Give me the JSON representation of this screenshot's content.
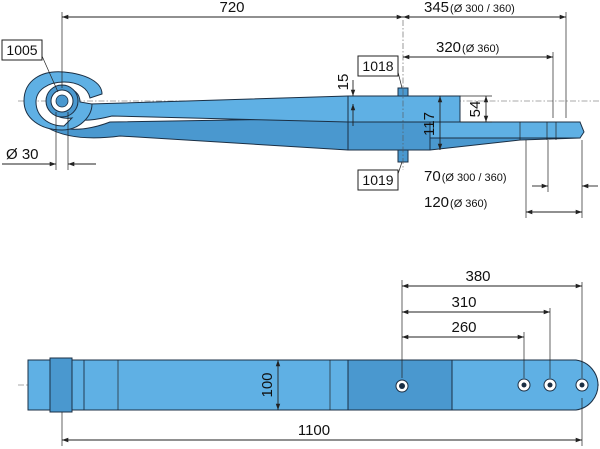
{
  "side_view": {
    "dim_length_eye_to_center": "720",
    "dim_345": "345",
    "dim_345_note": "(Ø 300 / 360)",
    "dim_320": "320",
    "dim_320_note": "(Ø 360)",
    "dim_15": "15",
    "dim_117": "117",
    "dim_54": "54",
    "dim_eye_diameter": "Ø 30",
    "dim_70": "70",
    "dim_70_note": "(Ø 300 / 360)",
    "dim_120": "120",
    "dim_120_note": "(Ø 360)",
    "part_eye": "1005",
    "part_top": "1018",
    "part_bottom": "1019"
  },
  "top_view": {
    "dim_380": "380",
    "dim_310": "310",
    "dim_260": "260",
    "dim_width": "100",
    "dim_total_length": "1100"
  },
  "colors": {
    "leaf_fill": "#5fb0e4",
    "leaf_shade": "#4a98cf",
    "outline": "#1b2f44"
  }
}
